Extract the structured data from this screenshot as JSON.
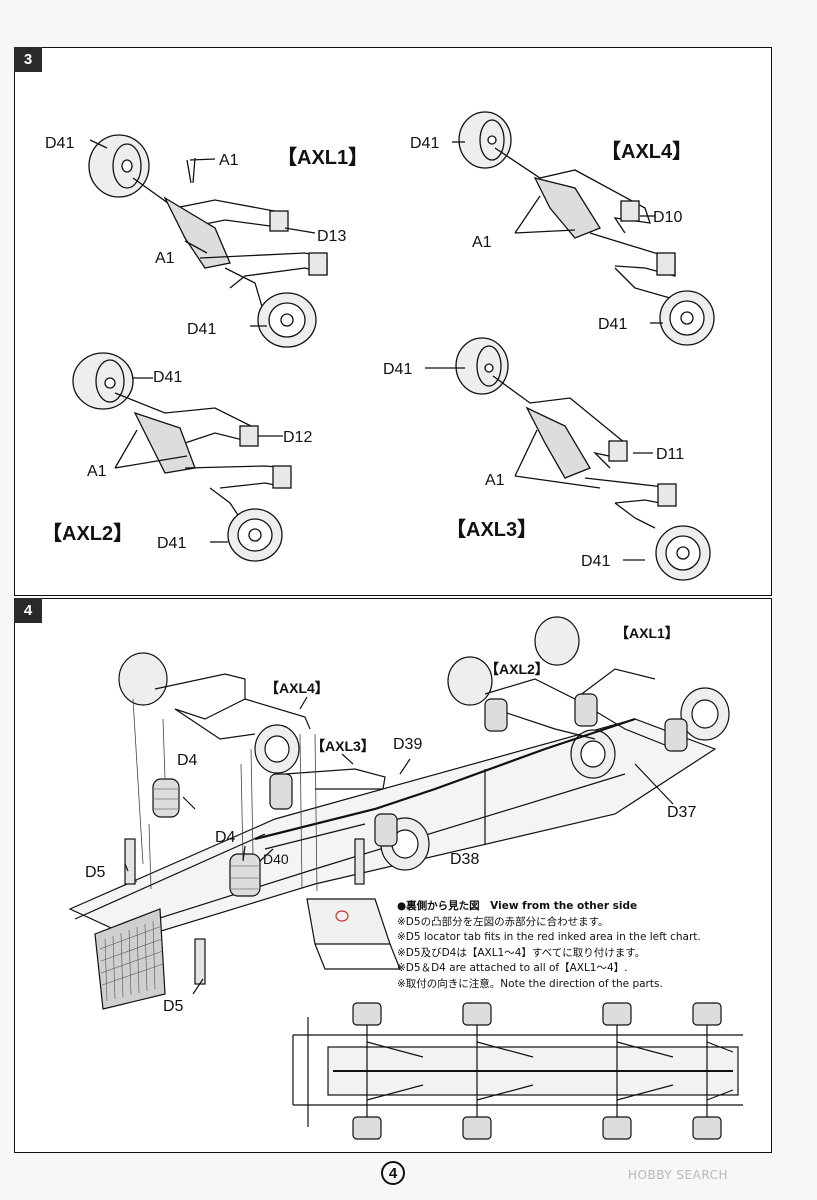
{
  "step3": {
    "number": "3",
    "axl1": {
      "title": "【AXL1】",
      "wheel_top": "D41",
      "pin_top": "A1",
      "arm": "D13",
      "pin_mid": "A1",
      "wheel_bottom": "D41"
    },
    "axl4": {
      "title": "【AXL4】",
      "wheel_top": "D41",
      "arm": "D10",
      "pins": "A1",
      "wheel_bottom": "D41"
    },
    "axl2": {
      "title": "【AXL2】",
      "wheel_top": "D41",
      "arm": "D12",
      "pins": "A1",
      "wheel_bottom": "D41"
    },
    "axl3": {
      "title": "【AXL3】",
      "wheel_top": "D41",
      "arm": "D11",
      "pins": "A1",
      "wheel_bottom": "D41"
    }
  },
  "step4": {
    "number": "4",
    "labels": {
      "axl1": "【AXL1】",
      "axl2": "【AXL2】",
      "axl3": "【AXL3】",
      "axl4": "【AXL4】",
      "d39": "D39",
      "d37": "D37",
      "d38": "D38",
      "d40": "D40",
      "d4_top": "D4",
      "d4_mid": "D4",
      "d5_top": "D5",
      "d5_bottom": "D5"
    },
    "notes": [
      "●裏側から見た図　View from the other side",
      "※D5の凸部分を左図の赤部分に合わせます。",
      "※D5 locator tab fits in the red inked area in the left chart.",
      "※D5及びD4は【AXL1〜4】すべてに取り付けます。",
      "※D5＆D4 are attached to all of【AXL1〜4】.",
      "※取付の向きに注意。Note the direction of the parts."
    ]
  },
  "page_number": "4",
  "watermark": "HOBBY SEARCH"
}
